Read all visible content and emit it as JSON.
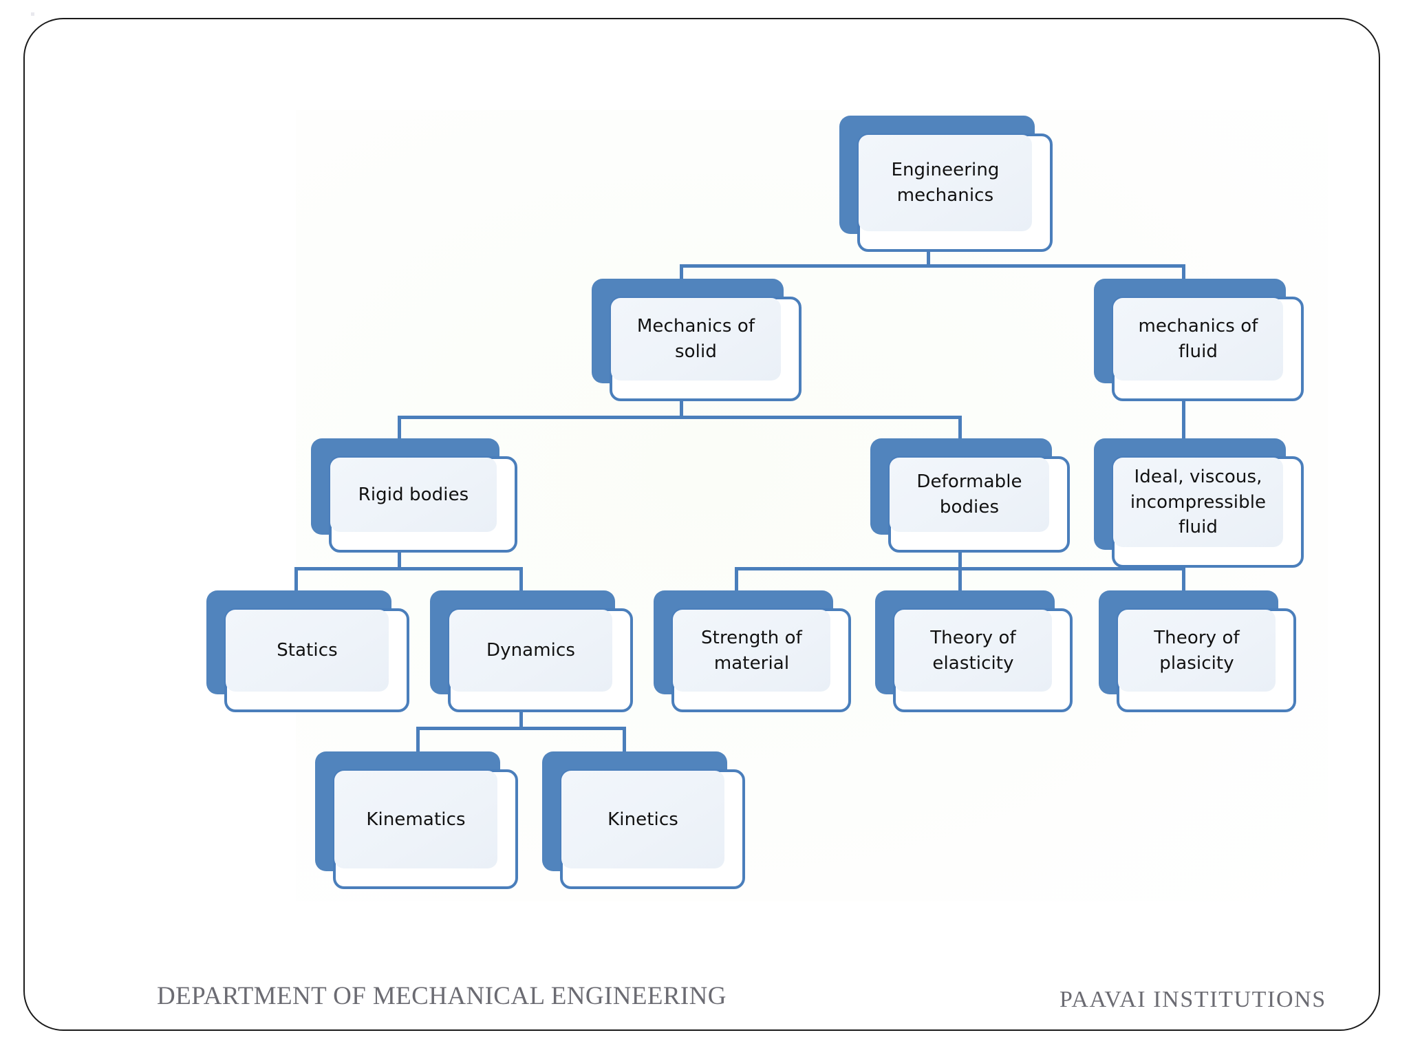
{
  "slide": {
    "title_implicit": "Engineering mechanics classification chart",
    "background_color": "#ffffff",
    "border_color": "#1a1a1a",
    "accent_color": "#4a7ebb",
    "shadow_color": "#5184bd",
    "card_fill_color": "#eef3f9",
    "text_color": "#111111"
  },
  "chart_data": {
    "type": "diagram",
    "subtype": "hierarchy-tree",
    "title": "Engineering mechanics",
    "nodes": [
      {
        "id": "root",
        "label": "Engineering\nmechanics",
        "level": 0,
        "parent": null
      },
      {
        "id": "solid",
        "label": "Mechanics of\nsolid",
        "level": 1,
        "parent": "root"
      },
      {
        "id": "fluid",
        "label": "mechanics of\nfluid",
        "level": 1,
        "parent": "root"
      },
      {
        "id": "rigid",
        "label": "Rigid bodies",
        "level": 2,
        "parent": "solid"
      },
      {
        "id": "deformable",
        "label": "Deformable\nbodies",
        "level": 2,
        "parent": "solid"
      },
      {
        "id": "fluidtypes",
        "label": "Ideal, viscous,\nincompressible\nfluid",
        "level": 2,
        "parent": "fluid"
      },
      {
        "id": "statics",
        "label": "Statics",
        "level": 3,
        "parent": "rigid"
      },
      {
        "id": "dynamics",
        "label": "Dynamics",
        "level": 3,
        "parent": "rigid"
      },
      {
        "id": "strength",
        "label": "Strength of\nmaterial",
        "level": 3,
        "parent": "deformable"
      },
      {
        "id": "elasticity",
        "label": "Theory of\nelasticity",
        "level": 3,
        "parent": "deformable"
      },
      {
        "id": "plasticity",
        "label": "Theory of\nplasicity",
        "level": 3,
        "parent": "deformable"
      },
      {
        "id": "kinematics",
        "label": "Kinematics",
        "level": 4,
        "parent": "dynamics"
      },
      {
        "id": "kinetics",
        "label": "Kinetics",
        "level": 4,
        "parent": "dynamics"
      }
    ]
  },
  "footer": {
    "left": "DEPARTMENT OF MECHANICAL ENGINEERING",
    "right": "PAAVAI  INSTITUTIONS"
  }
}
